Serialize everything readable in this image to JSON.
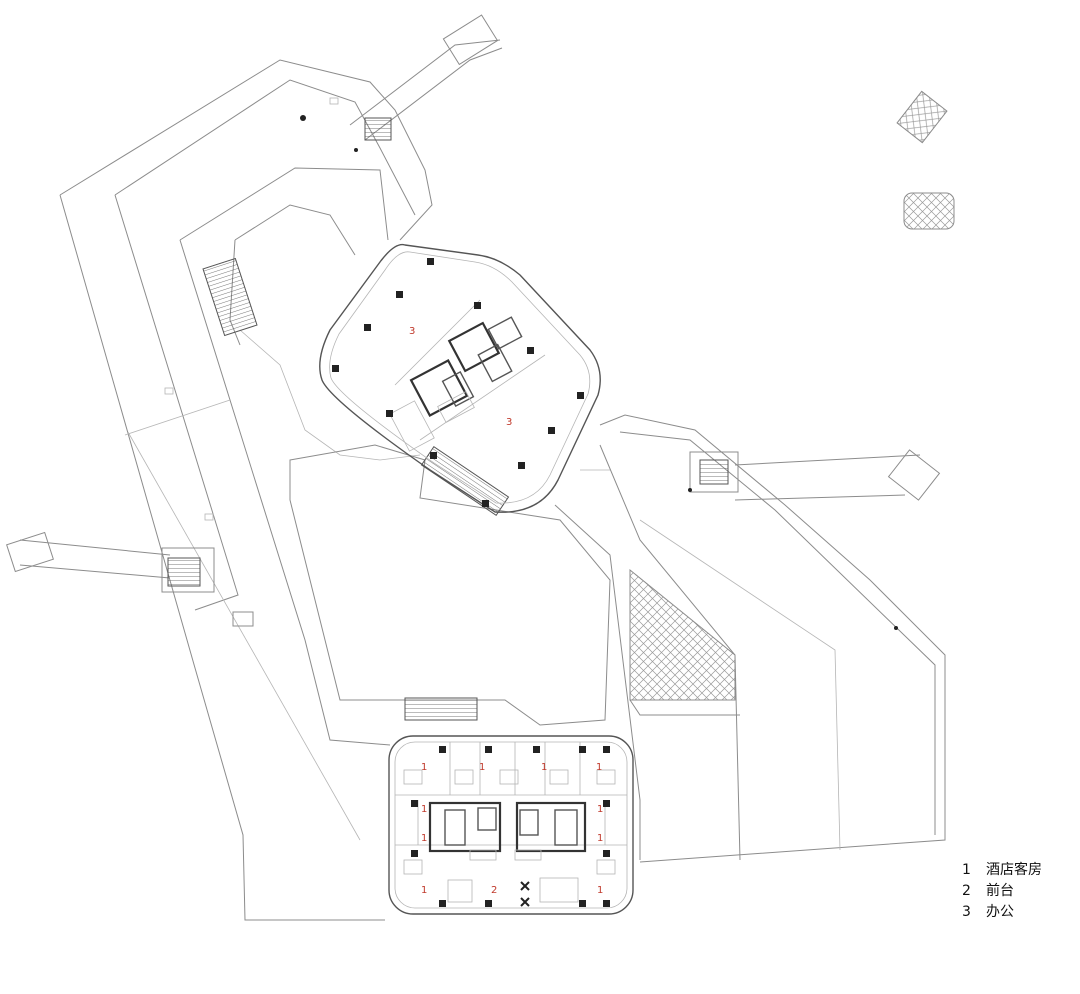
{
  "legend": {
    "items": [
      {
        "number": "1",
        "label": "酒店客房"
      },
      {
        "number": "2",
        "label": "前台"
      },
      {
        "number": "3",
        "label": "办公"
      }
    ]
  },
  "room_labels": {
    "office": "3",
    "hotel": "1",
    "reception": "2"
  },
  "colors": {
    "line": "#8c8c8c",
    "room_label": "#c0392b",
    "column": "#222222"
  }
}
